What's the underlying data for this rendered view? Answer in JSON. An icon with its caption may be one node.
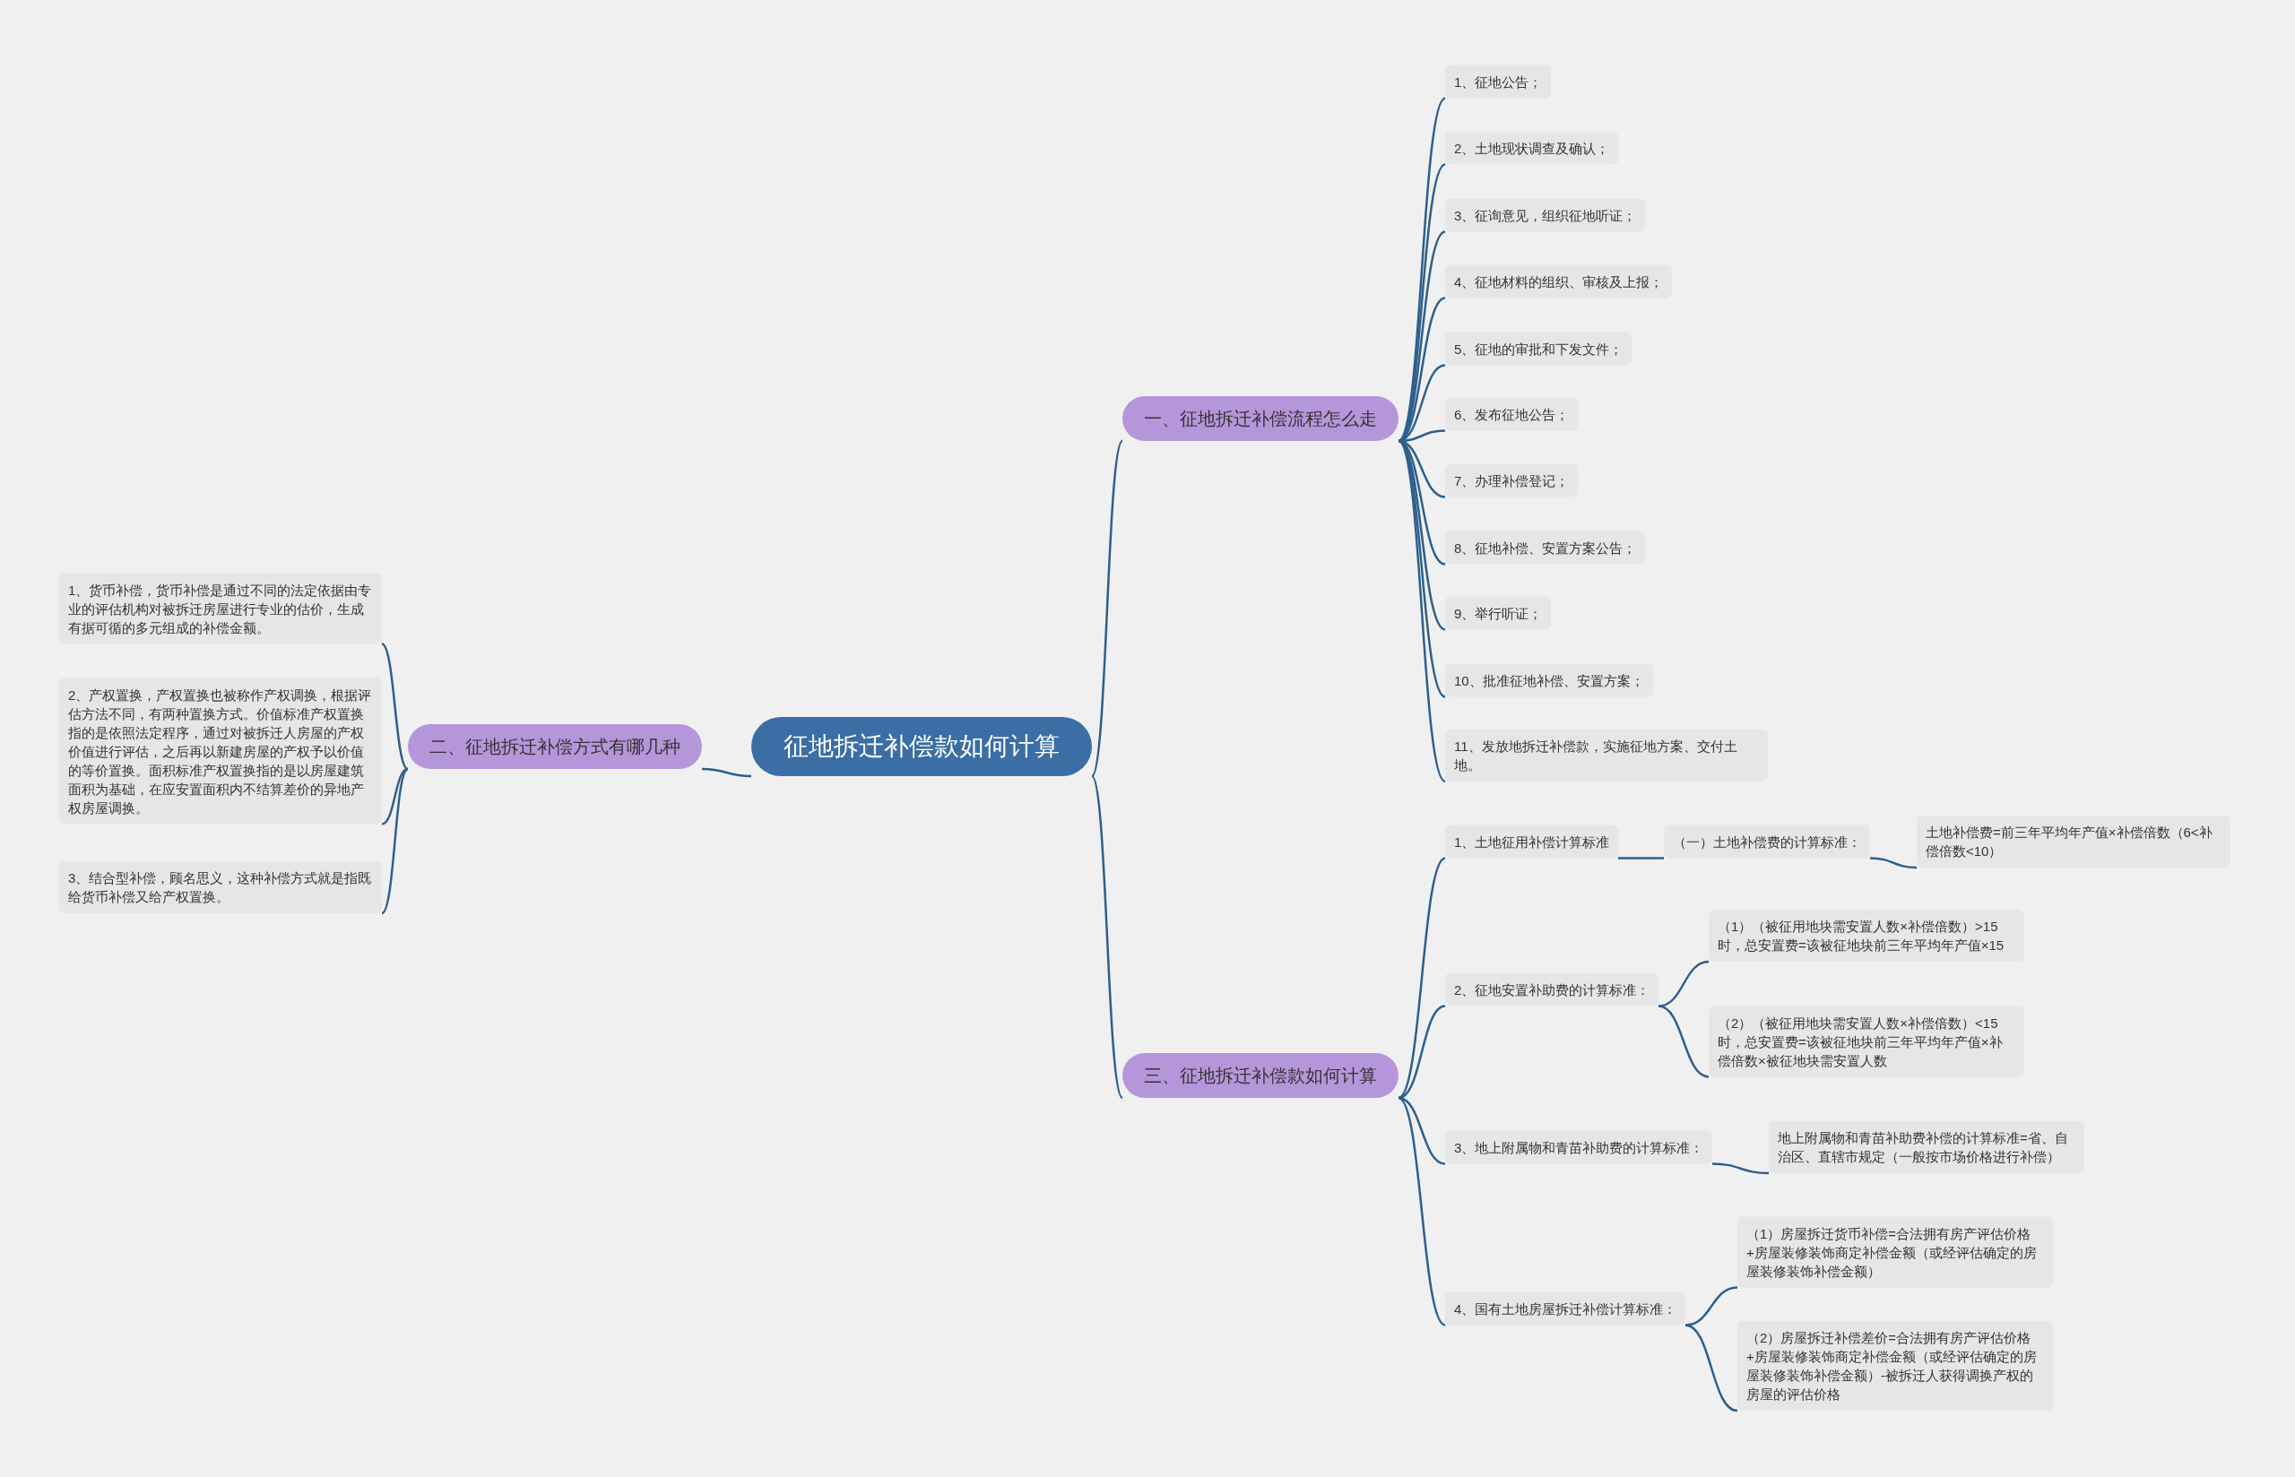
{
  "diagram": {
    "nodes": [
      {
        "text": [
          "征地拆迁补偿款如何计算"
        ]
      },
      {
        "text": [
          "一、征地拆迁补偿流程怎么走"
        ]
      },
      {
        "text": [
          "二、征地拆迁补偿方式有哪几种"
        ]
      },
      {
        "text": [
          "三、征地拆迁补偿款如何计算"
        ]
      },
      {
        "text": [
          "1、货币补偿，货币补偿是通过不同的法定依据由专业的评估机构对被拆迁房屋进行专业的估价，生成有据可循的多元组成的补偿金额。"
        ]
      },
      {
        "text": [
          "2、产权置换，产权置换也被称作产权调换，根据评估方法不同，有两种置换方式。价值标准产权置换指的是依照法定程序，通过对被拆迁人房屋的产权价值进行评估，之后再以新建房屋的产权予以价值的等价置换。面积标准产权置换指的是以房屋建筑面积为基础，在应安置面积内不结算差价的异地产权房屋调换。"
        ]
      },
      {
        "text": [
          "3、结合型补偿，顾名思义，这种补偿方式就是指既给货币补偿又给产权置换。"
        ]
      },
      {
        "text": [
          "1、征地公告；"
        ]
      },
      {
        "text": [
          "2、土地现状调查及确认；"
        ]
      },
      {
        "text": [
          "3、征询意见，组织征地听证；"
        ]
      },
      {
        "text": [
          "4、征地材料的组织、审核及上报；"
        ]
      },
      {
        "text": [
          "5、征地的审批和下发文件；"
        ]
      },
      {
        "text": [
          "6、发布征地公告；"
        ]
      },
      {
        "text": [
          "7、办理补偿登记；"
        ]
      },
      {
        "text": [
          "8、征地补偿、安置方案公告；"
        ]
      },
      {
        "text": [
          "9、举行听证；"
        ]
      },
      {
        "text": [
          "10、批准征地补偿、安置方案；"
        ]
      },
      {
        "text": [
          "11、发放地拆迁补偿款，实施征地方案、交付土地。"
        ]
      },
      {
        "text": [
          "1、土地征用补偿计算标准"
        ]
      },
      {
        "text": [
          "（一）土地补偿费的计算标准："
        ]
      },
      {
        "text": [
          "土地补偿费=前三年平均年产值×补偿倍数（6<补偿倍数<10）"
        ]
      },
      {
        "text": [
          "2、征地安置补助费的计算标准："
        ]
      },
      {
        "text": [
          "（1）（被征用地块需安置人数×补偿倍数）>15时，总安置费=该被征地块前三年平均年产值×15"
        ]
      },
      {
        "text": [
          "（2）（被征用地块需安置人数×补偿倍数）<15时，总安置费=该被征地块前三年平均年产值×补偿倍数×被征地块需安置人数"
        ]
      },
      {
        "text": [
          "3、地上附属物和青苗补助费的计算标准："
        ]
      },
      {
        "text": [
          "地上附属物和青苗补助费补偿的计算标准=省、自治区、直辖市规定（一般按市场价格进行补偿）"
        ]
      },
      {
        "text": [
          "4、国有土地房屋拆迁补偿计算标准："
        ]
      },
      {
        "text": [
          "（1）房屋拆迁货币补偿=合法拥有房产评估价格+房屋装修装饰商定补偿金额（或经评估确定的房屋装修装饰补偿金额）"
        ]
      },
      {
        "text": [
          "（2）房屋拆迁补偿差价=合法拥有房产评估价格+房屋装修装饰商定补偿金额（或经评估确定的房屋装修装饰补偿金额）-被拆迁人获得调换产权的房屋的评估价格"
        ]
      }
    ],
    "edges": [
      {
        "from": 0,
        "to": 1,
        "arrow": "none"
      },
      {
        "from": 0,
        "to": 2,
        "arrow": "none"
      },
      {
        "from": 0,
        "to": 3,
        "arrow": "none"
      },
      {
        "from": 2,
        "to": 4,
        "arrow": "none"
      },
      {
        "from": 2,
        "to": 5,
        "arrow": "none"
      },
      {
        "from": 2,
        "to": 6,
        "arrow": "none"
      },
      {
        "from": 1,
        "to": 7,
        "arrow": "none"
      },
      {
        "from": 1,
        "to": 8,
        "arrow": "none"
      },
      {
        "from": 1,
        "to": 9,
        "arrow": "none"
      },
      {
        "from": 1,
        "to": 10,
        "arrow": "none"
      },
      {
        "from": 1,
        "to": 11,
        "arrow": "none"
      },
      {
        "from": 1,
        "to": 12,
        "arrow": "none"
      },
      {
        "from": 1,
        "to": 13,
        "arrow": "none"
      },
      {
        "from": 1,
        "to": 14,
        "arrow": "none"
      },
      {
        "from": 1,
        "to": 15,
        "arrow": "none"
      },
      {
        "from": 1,
        "to": 16,
        "arrow": "none"
      },
      {
        "from": 1,
        "to": 17,
        "arrow": "none"
      },
      {
        "from": 3,
        "to": 18,
        "arrow": "none"
      },
      {
        "from": 3,
        "to": 21,
        "arrow": "none"
      },
      {
        "from": 3,
        "to": 24,
        "arrow": "none"
      },
      {
        "from": 3,
        "to": 26,
        "arrow": "none"
      },
      {
        "from": 18,
        "to": 19,
        "arrow": "none"
      },
      {
        "from": 19,
        "to": 20,
        "arrow": "none"
      },
      {
        "from": 21,
        "to": 22,
        "arrow": "none"
      },
      {
        "from": 21,
        "to": 23,
        "arrow": "none"
      },
      {
        "from": 24,
        "to": 25,
        "arrow": "none"
      },
      {
        "from": 26,
        "to": 27,
        "arrow": "none"
      },
      {
        "from": 26,
        "to": 28,
        "arrow": "none"
      }
    ]
  }
}
